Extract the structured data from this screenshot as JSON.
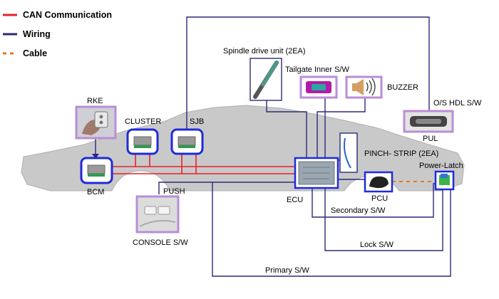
{
  "legend": {
    "can": "CAN Communication",
    "wiring": "Wiring",
    "cable": "Cable"
  },
  "labels": {
    "rke": "RKE",
    "cluster": "CLUSTER",
    "sjb": "SJB",
    "bcm": "BCM",
    "push": "PUSH",
    "console": "CONSOLE S/W",
    "spindle": "Spindle drive unit (2EA)",
    "tailgate_inner": "Tailgate Inner S/W",
    "buzzer": "BUZZER",
    "os_hdl": "O/S HDL S/W",
    "pul": "PUL",
    "pinch": "PINCH- STRIP (2EA)",
    "power_latch": "Power-Latch",
    "pcu": "PCU",
    "ecu": "ECU",
    "secondary": "Secondary S/W",
    "lock": "Lock S/W",
    "primary": "Primary S/W"
  },
  "colors": {
    "can": "#e8202a",
    "wiring": "#2b2a7a",
    "cable": "#e07a28",
    "module_border": "#1f2bd9",
    "photo_border": "#b98ed6",
    "car_body": "#c9c9c9"
  }
}
